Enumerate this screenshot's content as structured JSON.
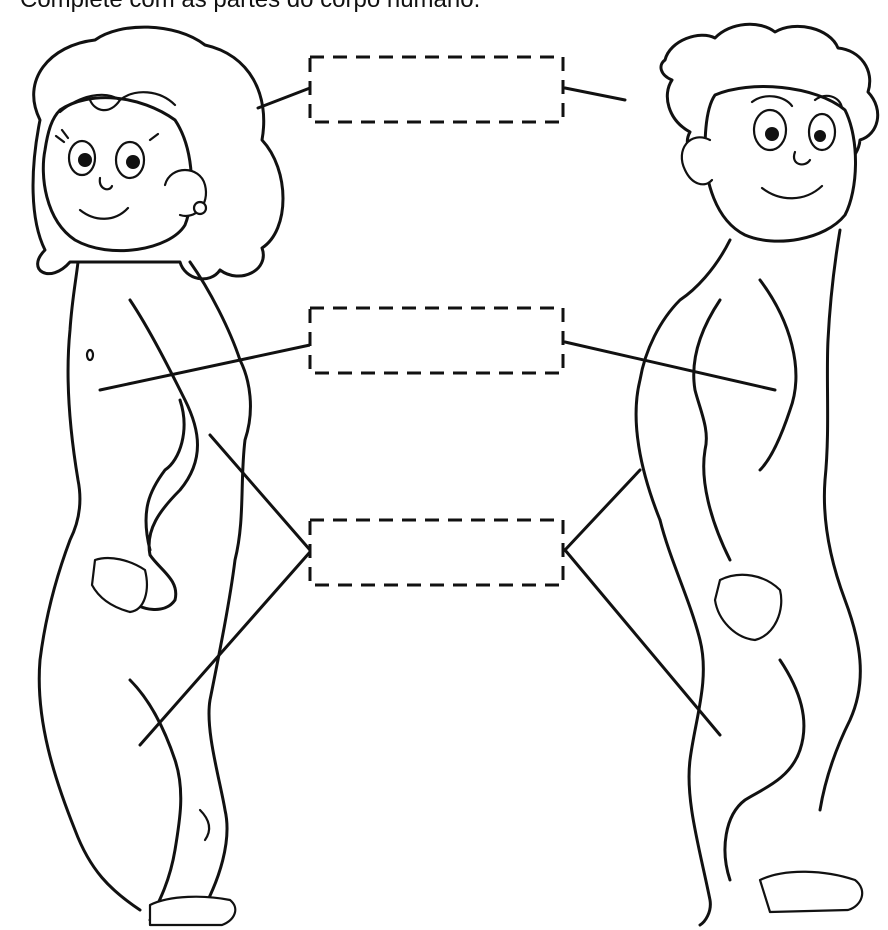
{
  "worksheet": {
    "instruction": "Complete com as partes do corpo humano.",
    "answer_boxes": [
      {
        "id": "head",
        "value": ""
      },
      {
        "id": "trunk",
        "value": ""
      },
      {
        "id": "limbs",
        "value": ""
      }
    ]
  },
  "colors": {
    "ink": "#111111",
    "paper": "#ffffff"
  },
  "icons": {
    "girl": "girl-figure",
    "boy": "boy-figure"
  }
}
